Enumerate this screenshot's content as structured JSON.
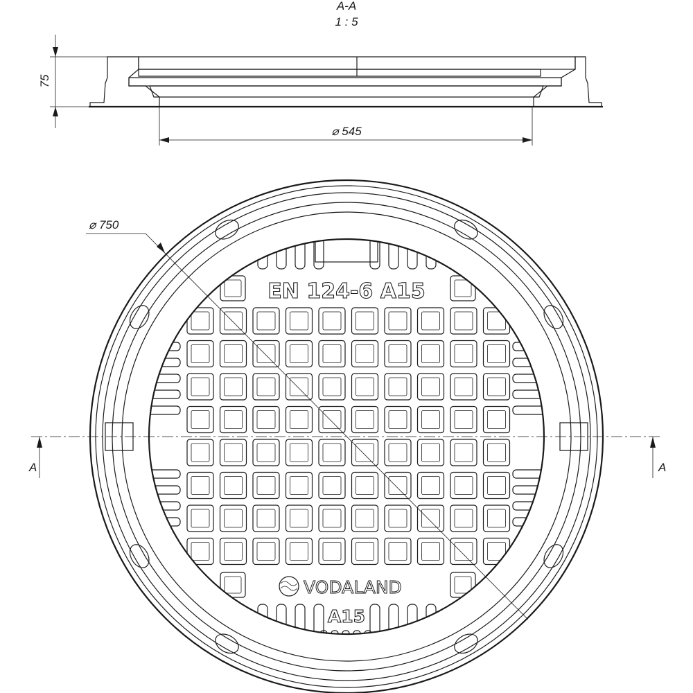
{
  "section": {
    "title": "A-A",
    "scale": "1 : 5",
    "height_dim": "75",
    "inner_diameter_dim": "⌀ 545"
  },
  "plan": {
    "outer_diameter_dim": "⌀ 750",
    "section_mark_left": "A",
    "section_mark_right": "A",
    "standard_marking": "EN 124-6 A15",
    "brand": "VODALAND",
    "load_class": "A15"
  },
  "grid": {
    "columns": 10,
    "rows": 8
  },
  "colors": {
    "line": "#1a1a1a",
    "background": "#ffffff"
  }
}
